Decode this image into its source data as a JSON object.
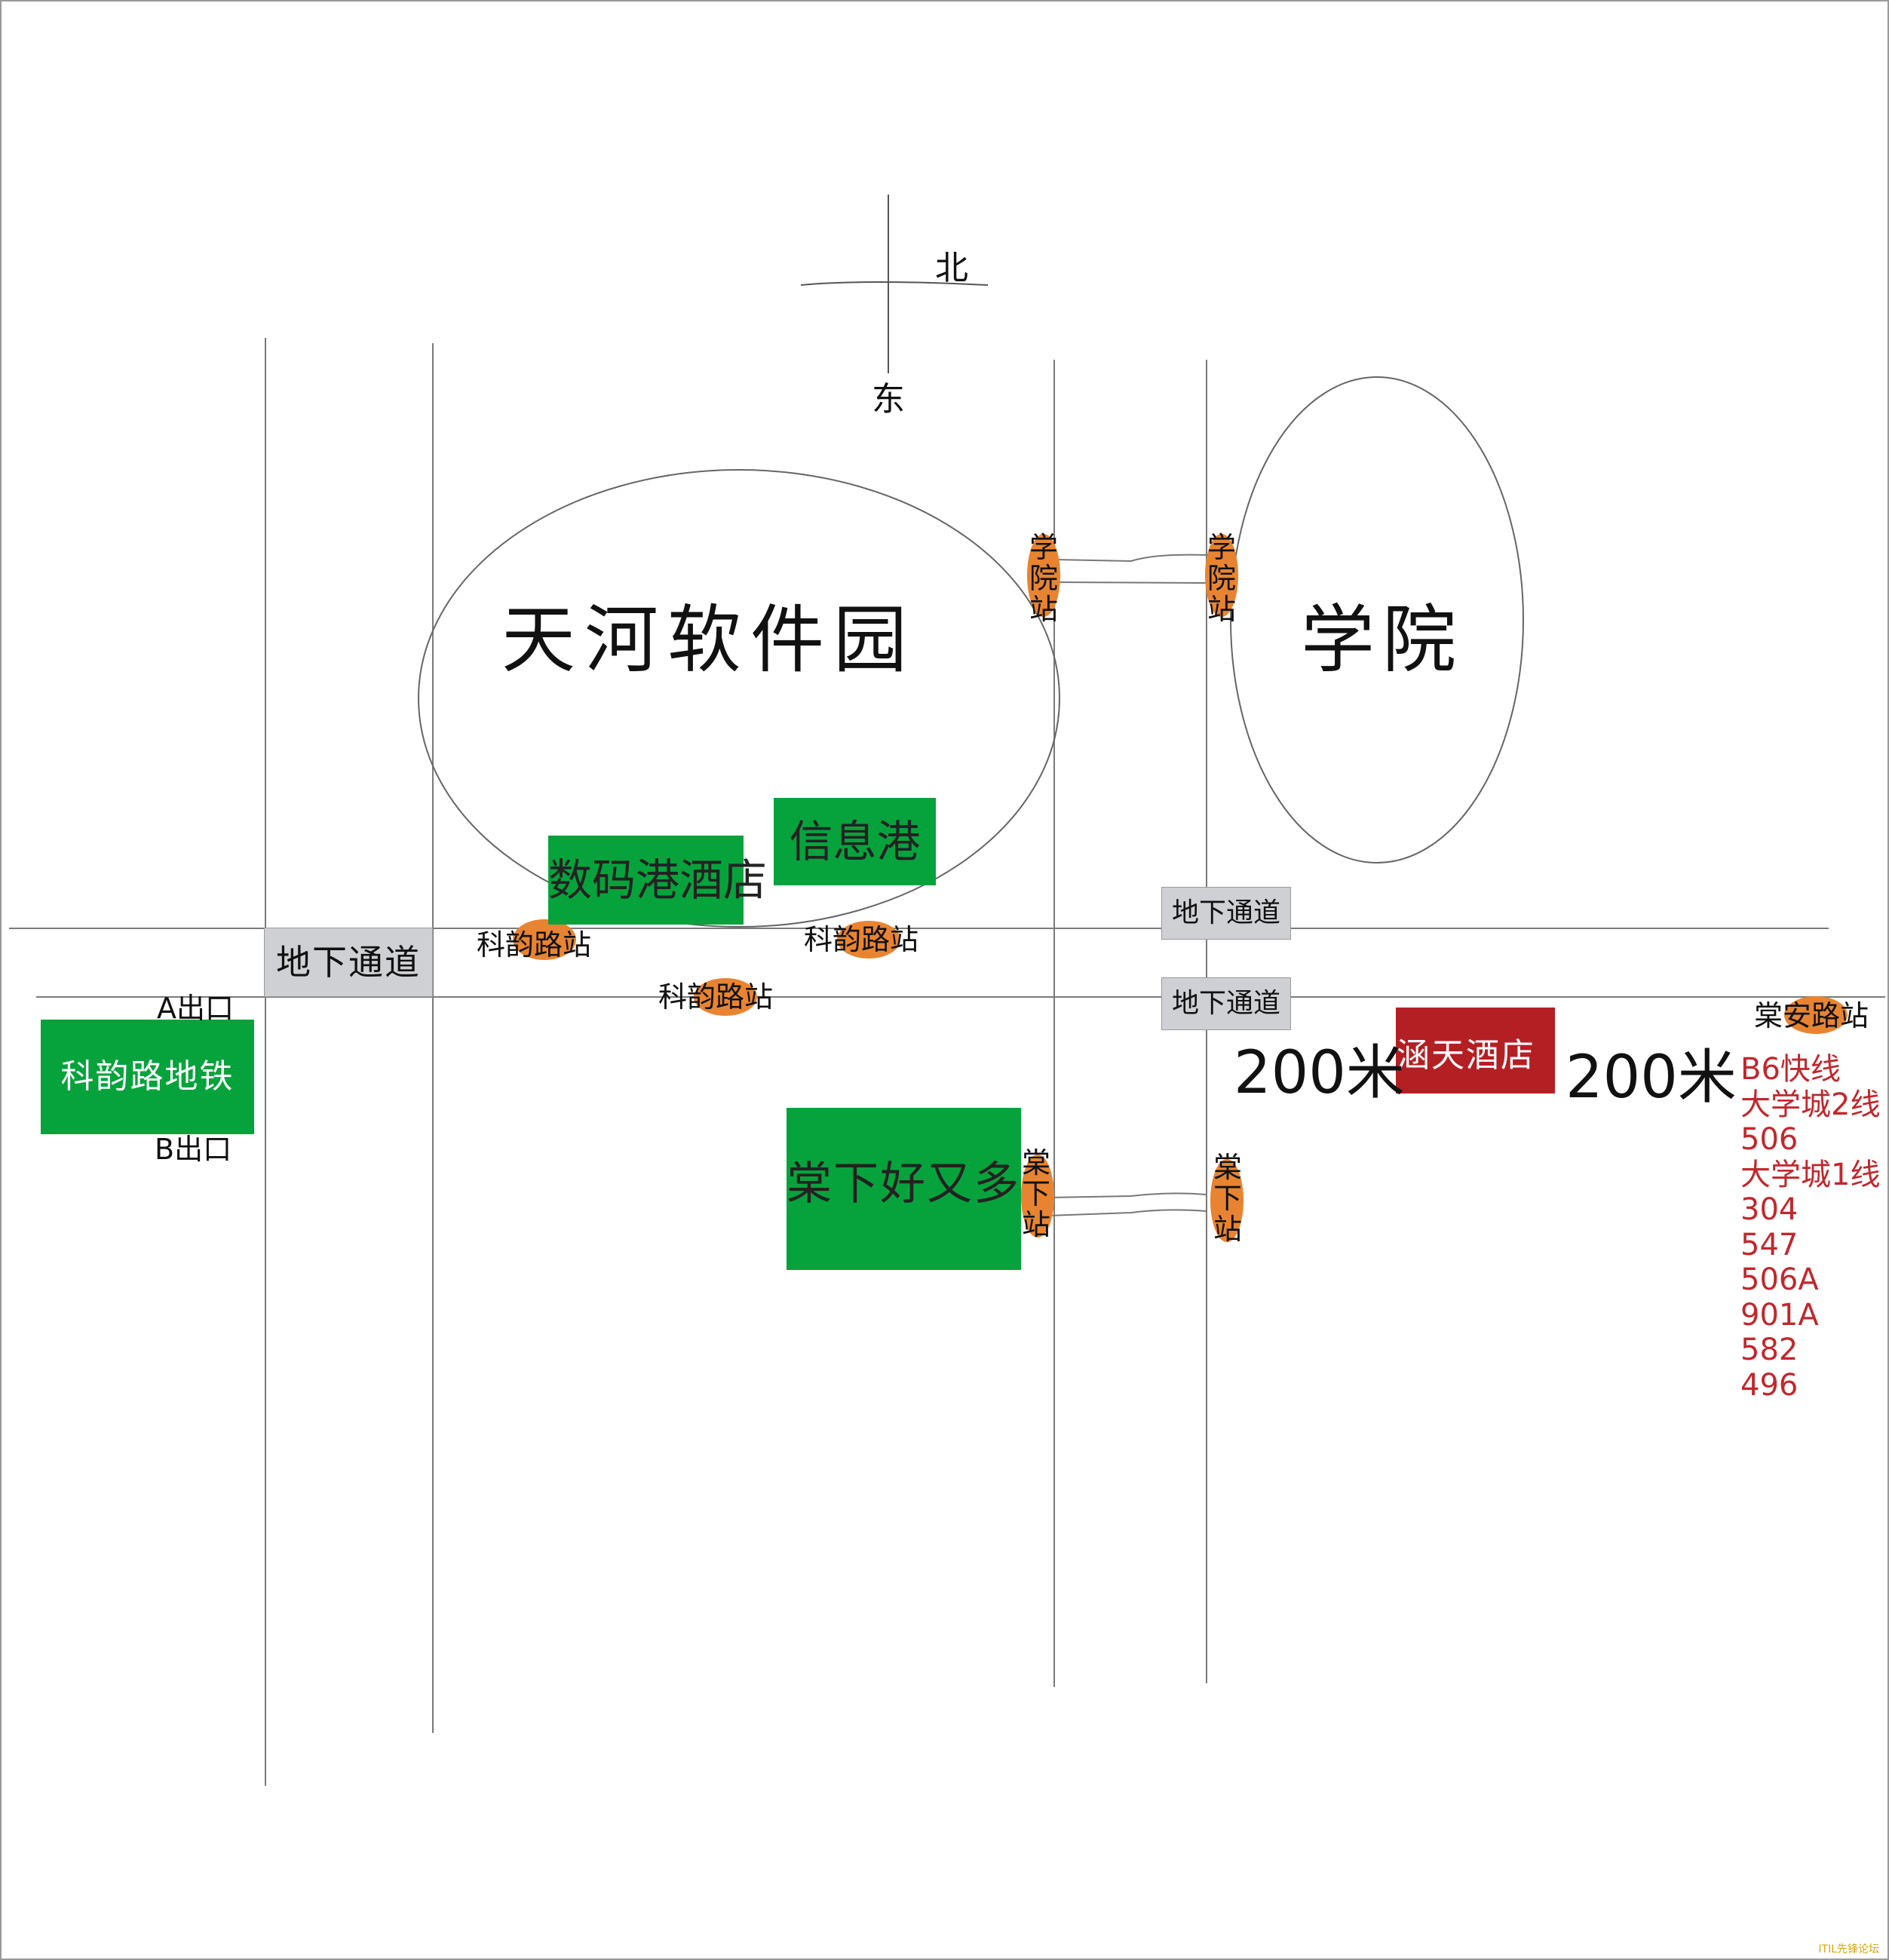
{
  "colors": {
    "green": "#06a33c",
    "orange": "#e88431",
    "red_box": "#b41f24",
    "gray_box": "#cfd0d4",
    "bus_text": "#c0282d",
    "line": "#7a7a7a"
  },
  "compass": {
    "north": "北",
    "east": "东"
  },
  "areas": {
    "software_park": "天河软件园",
    "college": "学院"
  },
  "places": {
    "shumagang_hotel": "数码港酒店",
    "xinxigang": "信息港",
    "metro": "科韵路地铁",
    "haoyouduo": "棠下好又多",
    "hantian_hotel": "涵天酒店"
  },
  "exits": {
    "a": "A出口",
    "b": "B出口"
  },
  "underpasses": {
    "left": "地下通道",
    "right_top": "地下通道",
    "right_bottom": "地下通道"
  },
  "stops": {
    "keyunlu_1": "科韵路站",
    "keyunlu_2": "科韵路站",
    "keyunlu_3": "科韵路站",
    "xueyuan_left": [
      "学",
      "院",
      "站"
    ],
    "xueyuan_right": [
      "学",
      "院",
      "站"
    ],
    "tangxia_left": [
      "棠",
      "下",
      "站"
    ],
    "tangxia_right": [
      "棠",
      "下",
      "站"
    ],
    "tanganlu": "棠安路站"
  },
  "distances": {
    "left": "200米",
    "right": "200米"
  },
  "bus_lines": [
    "B6快线",
    "大学城2线",
    "506",
    "大学城1线",
    "304",
    "547",
    "506A",
    "901A",
    "582",
    "496"
  ],
  "watermark": "ITIL先锋论坛"
}
